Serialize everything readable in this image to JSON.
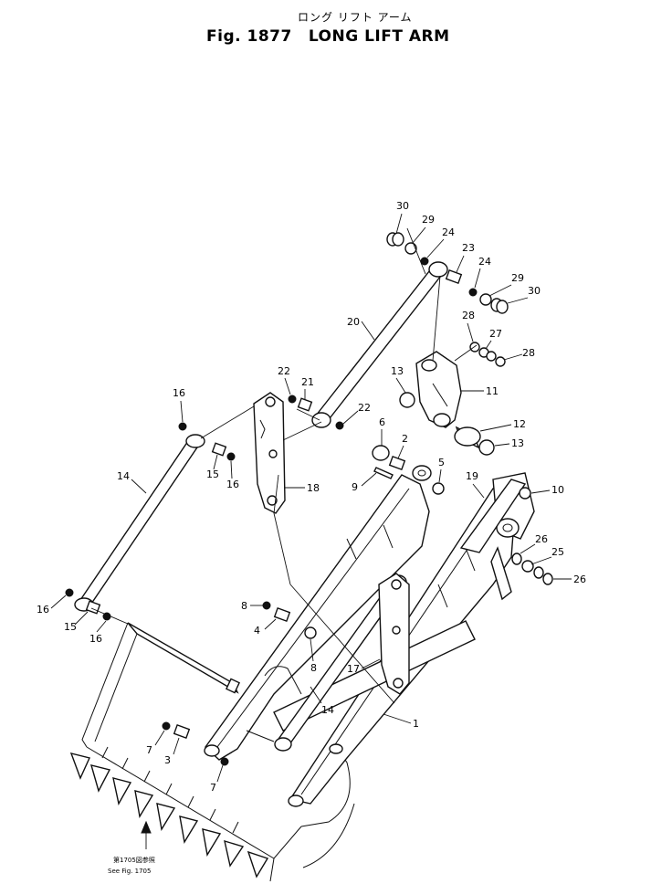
{
  "header": {
    "japanese_title": "ロング リフト アーム",
    "figure_number": "Fig. 1877",
    "title": "LONG LIFT ARM"
  },
  "callouts": [
    {
      "id": "c30a",
      "text": "30"
    },
    {
      "id": "c29a",
      "text": "29"
    },
    {
      "id": "c24a",
      "text": "24"
    },
    {
      "id": "c23",
      "text": "23"
    },
    {
      "id": "c24b",
      "text": "24"
    },
    {
      "id": "c29b",
      "text": "29"
    },
    {
      "id": "c30b",
      "text": "30"
    },
    {
      "id": "c20",
      "text": "20"
    },
    {
      "id": "c28a",
      "text": "28"
    },
    {
      "id": "c27",
      "text": "27"
    },
    {
      "id": "c28b",
      "text": "28"
    },
    {
      "id": "c13a",
      "text": "13"
    },
    {
      "id": "c11",
      "text": "11"
    },
    {
      "id": "c22a",
      "text": "22"
    },
    {
      "id": "c21",
      "text": "21"
    },
    {
      "id": "c22b",
      "text": "22"
    },
    {
      "id": "c16a",
      "text": "16"
    },
    {
      "id": "c6",
      "text": "6"
    },
    {
      "id": "c12",
      "text": "12"
    },
    {
      "id": "c2",
      "text": "2"
    },
    {
      "id": "c13b",
      "text": "13"
    },
    {
      "id": "c15a",
      "text": "15"
    },
    {
      "id": "c16b",
      "text": "16"
    },
    {
      "id": "c5",
      "text": "5"
    },
    {
      "id": "c9",
      "text": "9"
    },
    {
      "id": "c18",
      "text": "18"
    },
    {
      "id": "c19",
      "text": "19"
    },
    {
      "id": "c10",
      "text": "10"
    },
    {
      "id": "c14a",
      "text": "14"
    },
    {
      "id": "c26a",
      "text": "26"
    },
    {
      "id": "c25",
      "text": "25"
    },
    {
      "id": "c26b",
      "text": "26"
    },
    {
      "id": "c8a",
      "text": "8"
    },
    {
      "id": "c16c",
      "text": "16"
    },
    {
      "id": "c4",
      "text": "4"
    },
    {
      "id": "c15b",
      "text": "15"
    },
    {
      "id": "c16d",
      "text": "16"
    },
    {
      "id": "c8b",
      "text": "8"
    },
    {
      "id": "c17",
      "text": "17"
    },
    {
      "id": "c14b",
      "text": "14"
    },
    {
      "id": "c1",
      "text": "1"
    },
    {
      "id": "c7a",
      "text": "7"
    },
    {
      "id": "c3",
      "text": "3"
    },
    {
      "id": "c7b",
      "text": "7"
    }
  ],
  "reference_note": {
    "line1": "第1705図参照",
    "line2": "See Fig. 1705"
  }
}
